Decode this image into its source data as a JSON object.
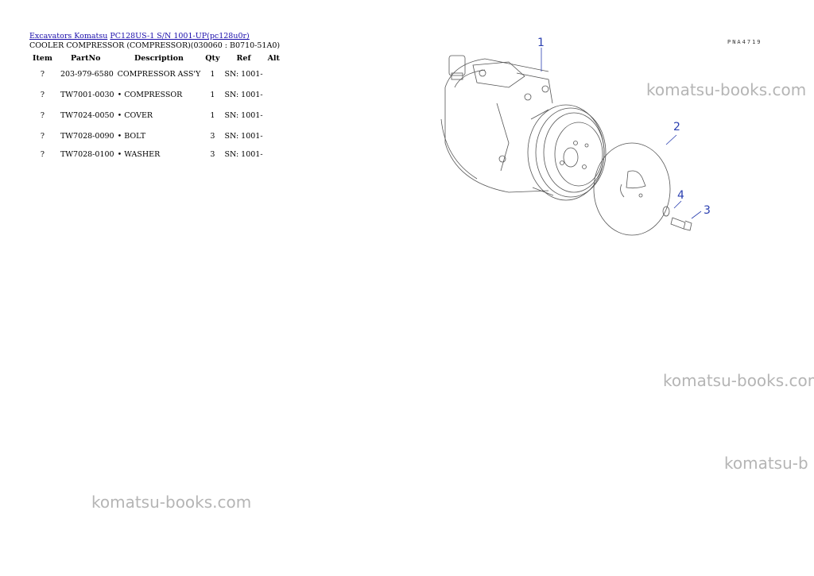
{
  "breadcrumb": {
    "link1": "Excavators Komatsu",
    "link2": "PC128US-1 S/N 1001-UP(pc128u0r)"
  },
  "page_title": "COOLER COMPRESSOR (COMPRESSOR)(030060 : B0710-51A0)",
  "table": {
    "headers": [
      "Item",
      "PartNo",
      "Description",
      "Qty",
      "Ref",
      "Alt"
    ],
    "rows": [
      {
        "item": "?",
        "partno": "203-979-6580",
        "description": "COMPRESSOR ASS'Y",
        "qty": "1",
        "ref": "SN: 1001-",
        "alt": ""
      },
      {
        "item": "?",
        "partno": "TW7001-0030",
        "description": "• COMPRESSOR",
        "qty": "1",
        "ref": "SN: 1001-",
        "alt": ""
      },
      {
        "item": "?",
        "partno": "TW7024-0050",
        "description": "• COVER",
        "qty": "1",
        "ref": "SN: 1001-",
        "alt": ""
      },
      {
        "item": "?",
        "partno": "TW7028-0090",
        "description": "• BOLT",
        "qty": "3",
        "ref": "SN: 1001-",
        "alt": ""
      },
      {
        "item": "?",
        "partno": "TW7028-0100",
        "description": "• WASHER",
        "qty": "3",
        "ref": "SN: 1001-",
        "alt": ""
      }
    ]
  },
  "diagram": {
    "ref_code": "PNA4719",
    "callouts": [
      "1",
      "2",
      "3",
      "4"
    ],
    "callout_color": "#2a3fb0"
  },
  "watermarks": [
    "komatsu-books.com",
    "komatsu-books.com",
    "komatsu-b",
    "komatsu-books.com"
  ]
}
